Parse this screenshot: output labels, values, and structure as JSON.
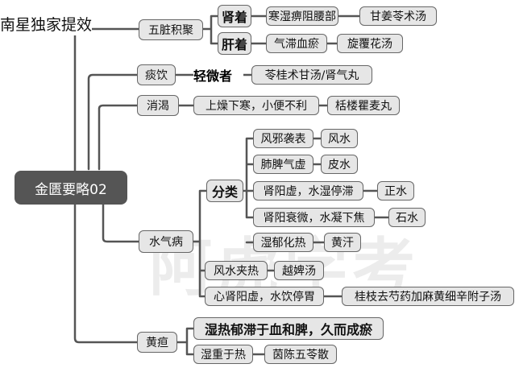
{
  "header": {
    "text": "南星独家提效"
  },
  "watermark": "阿虎学考",
  "root": {
    "label": "金匮要略02"
  },
  "branches": {
    "wuzang": {
      "label": "五脏积聚",
      "shen": {
        "label": "肾着",
        "mech": "寒湿痹阻腰部",
        "formula": "甘姜苓术汤"
      },
      "gan": {
        "label": "肝着",
        "mech": "气滞血瘀",
        "formula": "旋覆花汤"
      }
    },
    "tanyin": {
      "label": "痰饮",
      "sub": "轻微者",
      "formula": "苓桂术甘汤/肾气丸"
    },
    "xiaoke": {
      "label": "消渴",
      "mech": "上燥下寒，小便不利",
      "formula": "栝楼瞿麦丸"
    },
    "shuiqi": {
      "label": "水气病",
      "fenlei": {
        "label": "分类",
        "items": [
          {
            "mech": "风邪袭表",
            "type": "风水"
          },
          {
            "mech": "肺脾气虚",
            "type": "皮水"
          },
          {
            "mech": "肾阳虚，水湿停滞",
            "type": "正水"
          },
          {
            "mech": "肾阳衰微，水凝下焦",
            "type": "石水"
          },
          {
            "mech": "湿郁化热",
            "type": "黄汗"
          }
        ]
      },
      "fengshui": {
        "label": "风水夹热",
        "formula": "越婢汤"
      },
      "xinshen": {
        "label": "心肾阳虚，水饮停胃",
        "formula": "桂枝去芍药加麻黄细辛附子汤"
      }
    },
    "huangdan": {
      "label": "黄疸",
      "mech1": "湿热郁滞于血和脾，久而成瘀",
      "mech2": "湿重于热",
      "formula": "茵陈五苓散"
    }
  }
}
